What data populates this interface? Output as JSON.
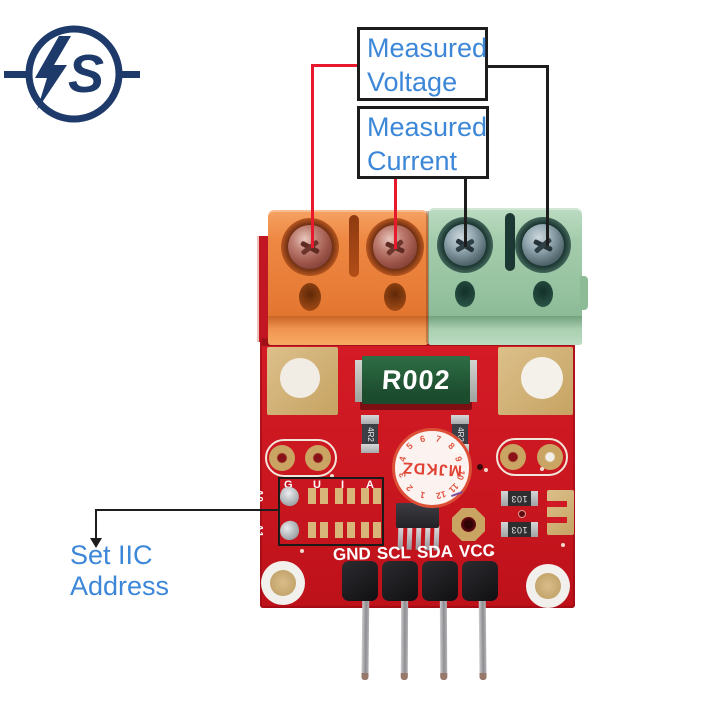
{
  "logo": {
    "letter": "S",
    "name": "lightning-s-brand-logo"
  },
  "callouts": {
    "voltage": {
      "line1": "Measured",
      "line2": "Voltage"
    },
    "current": {
      "line1": "Measured",
      "line2": "Current"
    },
    "address": {
      "line1": "Set IIC",
      "line2": "Address"
    }
  },
  "pcb": {
    "shunt_label": "R002",
    "pin_labels": [
      "GND",
      "SCL",
      "SDA",
      "VCC"
    ],
    "stamp": {
      "text": "MJKDZ",
      "numbers": [
        "1",
        "2",
        "3",
        "4",
        "5",
        "6",
        "7",
        "8",
        "9",
        "10",
        "11",
        "12"
      ]
    },
    "jumper": {
      "columns": [
        "G",
        "U",
        "I",
        "A"
      ],
      "rows": [
        "A0",
        "A1"
      ]
    },
    "r103_label": "103",
    "r4r2_label": "4R2"
  },
  "colors": {
    "accent_blue": "#3d87d8",
    "line_red": "#e8192c",
    "line_black": "#1d1d1d",
    "pcb_red": "#cf1a25",
    "gold": "#cfa968",
    "orange_terminal": "#e8803c",
    "green_terminal": "#9cc7a6",
    "logo_navy": "#1e3a6a",
    "stamp_red": "#e04334"
  }
}
